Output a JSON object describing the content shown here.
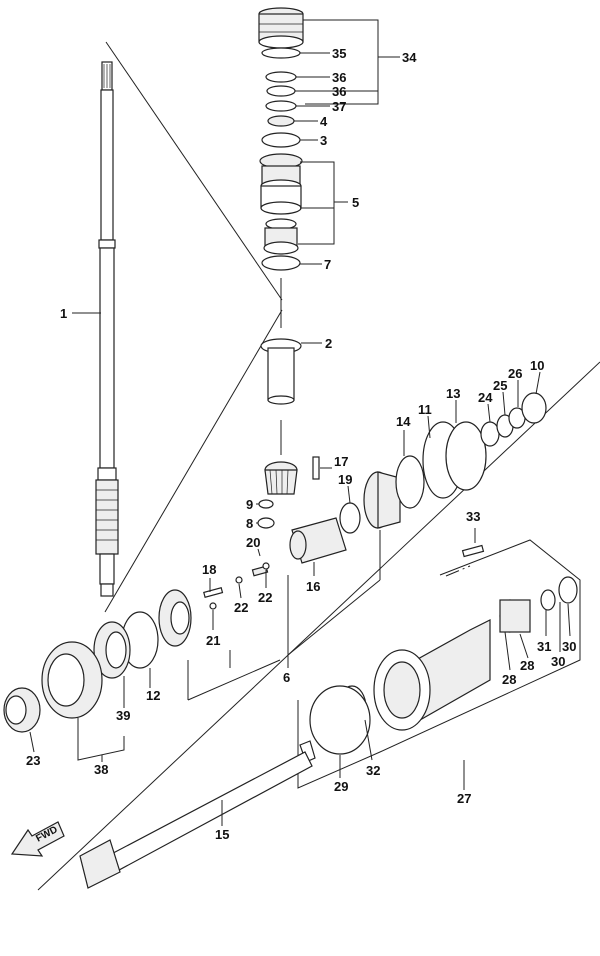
{
  "labels": [
    {
      "n": "34"
    },
    {
      "n": "35"
    },
    {
      "n": "36"
    },
    {
      "n": "36"
    },
    {
      "n": "37"
    },
    {
      "n": "4"
    },
    {
      "n": "3"
    },
    {
      "n": "5"
    },
    {
      "n": "7"
    },
    {
      "n": "1"
    },
    {
      "n": "2"
    },
    {
      "n": "10"
    },
    {
      "n": "26"
    },
    {
      "n": "25"
    },
    {
      "n": "24"
    },
    {
      "n": "13"
    },
    {
      "n": "11"
    },
    {
      "n": "14"
    },
    {
      "n": "17"
    },
    {
      "n": "19"
    },
    {
      "n": "9"
    },
    {
      "n": "8"
    },
    {
      "n": "20"
    },
    {
      "n": "18"
    },
    {
      "n": "16"
    },
    {
      "n": "22"
    },
    {
      "n": "22"
    },
    {
      "n": "21"
    },
    {
      "n": "33"
    },
    {
      "n": "31"
    },
    {
      "n": "30"
    },
    {
      "n": "30"
    },
    {
      "n": "28"
    },
    {
      "n": "28"
    },
    {
      "n": "6"
    },
    {
      "n": "12"
    },
    {
      "n": "39"
    },
    {
      "n": "23"
    },
    {
      "n": "38"
    },
    {
      "n": "29"
    },
    {
      "n": "32"
    },
    {
      "n": "27"
    },
    {
      "n": "15"
    }
  ],
  "fwd_label": "FWD"
}
